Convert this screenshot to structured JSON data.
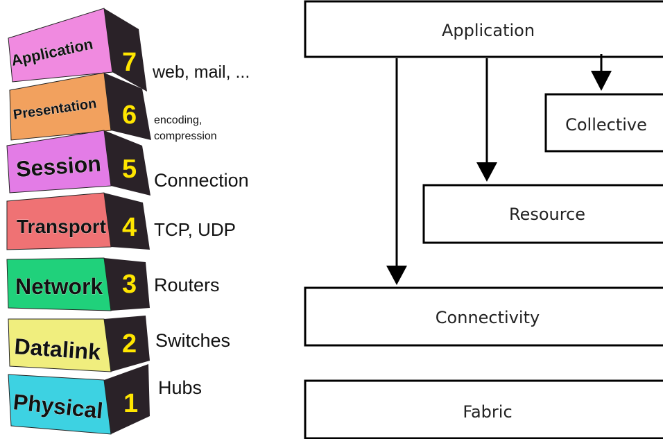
{
  "osi_stack": {
    "layers": [
      {
        "number": "7",
        "name": "Application",
        "description": "web, mail, ...",
        "color": "#f08ae0"
      },
      {
        "number": "6",
        "name": "Presentation",
        "description": [
          "encoding,",
          "compression"
        ],
        "color": "#f2a15e"
      },
      {
        "number": "5",
        "name": "Session",
        "description": "Connection",
        "color": "#e37ce6"
      },
      {
        "number": "4",
        "name": "Transport",
        "description": "TCP, UDP",
        "color": "#ef7274"
      },
      {
        "number": "3",
        "name": "Network",
        "description": "Routers",
        "color": "#20d17b"
      },
      {
        "number": "2",
        "name": "Datalink",
        "description": "Switches",
        "color": "#f0ee7e"
      },
      {
        "number": "1",
        "name": "Physical",
        "description": "Hubs",
        "color": "#3dd2e2"
      }
    ],
    "side_color": "#2a2228",
    "number_color": "#ffe600"
  },
  "grid_stack": {
    "boxes": {
      "application": "Application",
      "collective": "Collective",
      "resource": "Resource",
      "connectivity": "Connectivity",
      "fabric": "Fabric"
    }
  }
}
